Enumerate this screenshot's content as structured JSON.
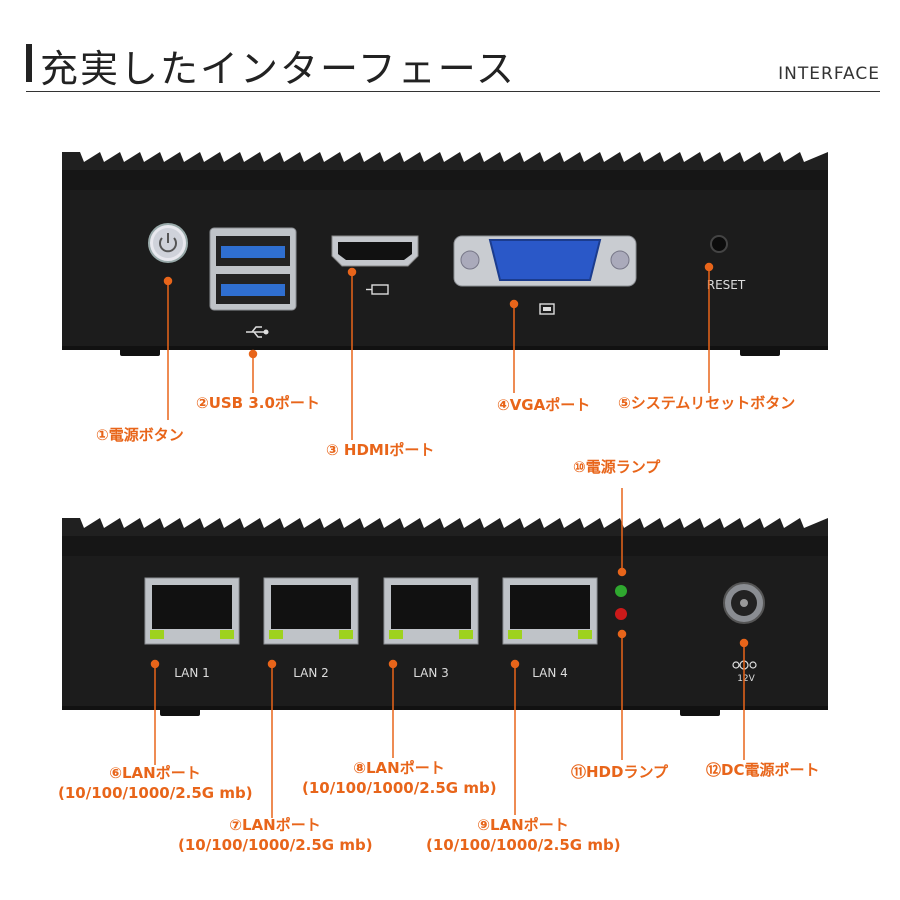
{
  "header": {
    "title": "充実したインターフェース",
    "subtitle": "INTERFACE"
  },
  "front_panel": {
    "reset_silk": "RESET",
    "callouts": [
      {
        "label": "①電源ボタン"
      },
      {
        "label": "②USB 3.0ポート"
      },
      {
        "label": "③ HDMIポート"
      },
      {
        "label": "④VGAポート"
      },
      {
        "label": "⑤システムリセットボタン"
      }
    ]
  },
  "rear_panel": {
    "lan_silk": [
      "LAN 1",
      "LAN 2",
      "LAN 3",
      "LAN 4"
    ],
    "dc_silk": "12V",
    "callouts": [
      {
        "label": "⑥LANポート",
        "sub": "(10/100/1000/2.5G mb)"
      },
      {
        "label": "⑦LANポート",
        "sub": "(10/100/1000/2.5G mb)"
      },
      {
        "label": "⑧LANポート",
        "sub": "(10/100/1000/2.5G mb)"
      },
      {
        "label": "⑨LANポート",
        "sub": "(10/100/1000/2.5G mb)"
      },
      {
        "label": "⑩電源ランプ"
      },
      {
        "label": "⑪HDDランプ"
      },
      {
        "label": "⑫DC電源ポート"
      }
    ]
  },
  "colors": {
    "accent": "#e8651a",
    "chassis": "#1c1c1c",
    "led_green": "#2fa82f",
    "led_red": "#cc1a1a"
  }
}
